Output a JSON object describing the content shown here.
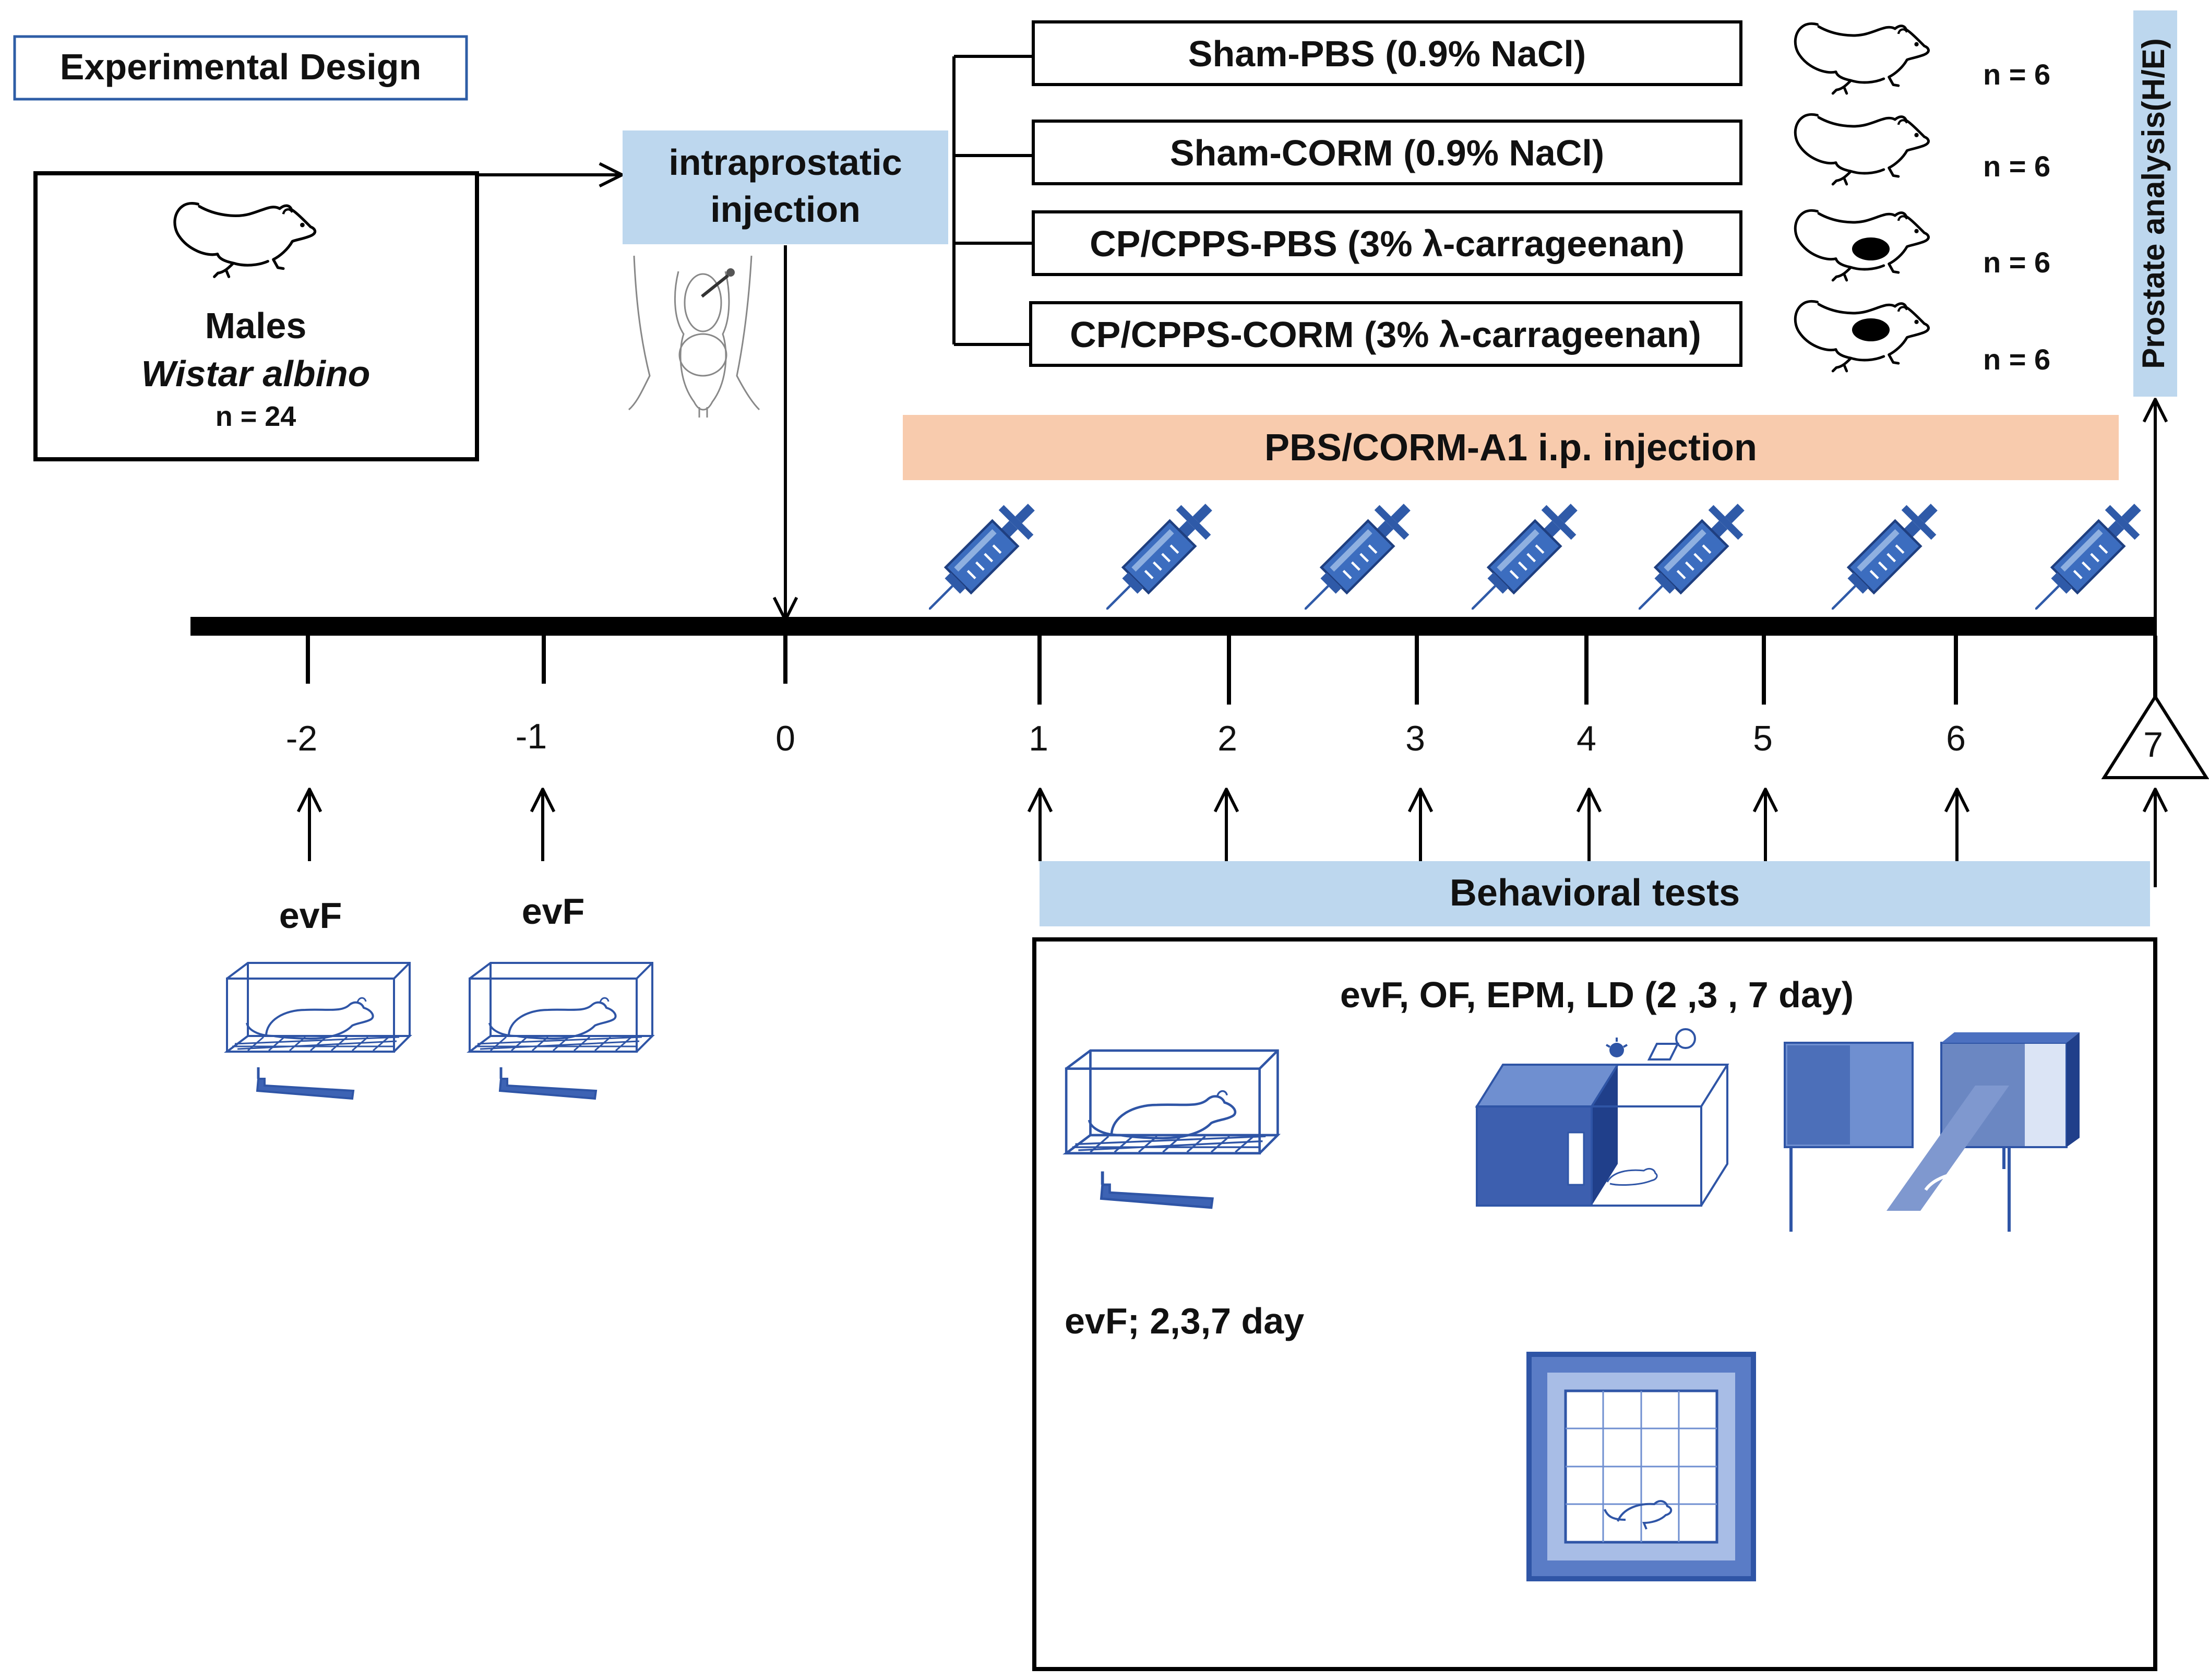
{
  "title": "Experimental Design",
  "subjects": {
    "label1": "Males",
    "label2": "Wistar albino",
    "n": "n = 24"
  },
  "intraprostatic": {
    "line1": "intraprostatic",
    "line2": "injection"
  },
  "groups": [
    {
      "label": "Sham-PBS (0.9% NaCl)",
      "n": "n = 6",
      "lesion": false
    },
    {
      "label": "Sham-CORM (0.9% NaCl)",
      "n": "n = 6",
      "lesion": false
    },
    {
      "label": "CP/CPPS-PBS (3% λ-carrageenan)",
      "n": "n = 6",
      "lesion": true
    },
    {
      "label": "CP/CPPS-CORM (3% λ-carrageenan)",
      "n": "n = 6",
      "lesion": true
    }
  ],
  "prostate_analysis": "Prostate analysis(H/E)",
  "ip_injection": "PBS/CORM-A1 i.p. injection",
  "days": [
    "-2",
    "-1",
    "0",
    "1",
    "2",
    "3",
    "4",
    "5",
    "6",
    "7"
  ],
  "pre_tests": [
    "evF",
    "evF"
  ],
  "behavioral_tests": "Behavioral tests",
  "tests_caption": "evF, OF, EPM, LD (2 ,3 , 7 day)",
  "evf_caption": "evF; 2,3,7 day",
  "colors": {
    "light_blue": "#bdd7ee",
    "peach": "#f8cbad",
    "apparatus_blue": "#2f55a6",
    "line": "#000000"
  },
  "icons": [
    "rat-icon",
    "syringe-icon",
    "von-frey-cage-icon",
    "light-dark-box-icon",
    "elevated-plus-maze-icon",
    "open-field-icon",
    "rat-surgery-sketch-icon"
  ]
}
